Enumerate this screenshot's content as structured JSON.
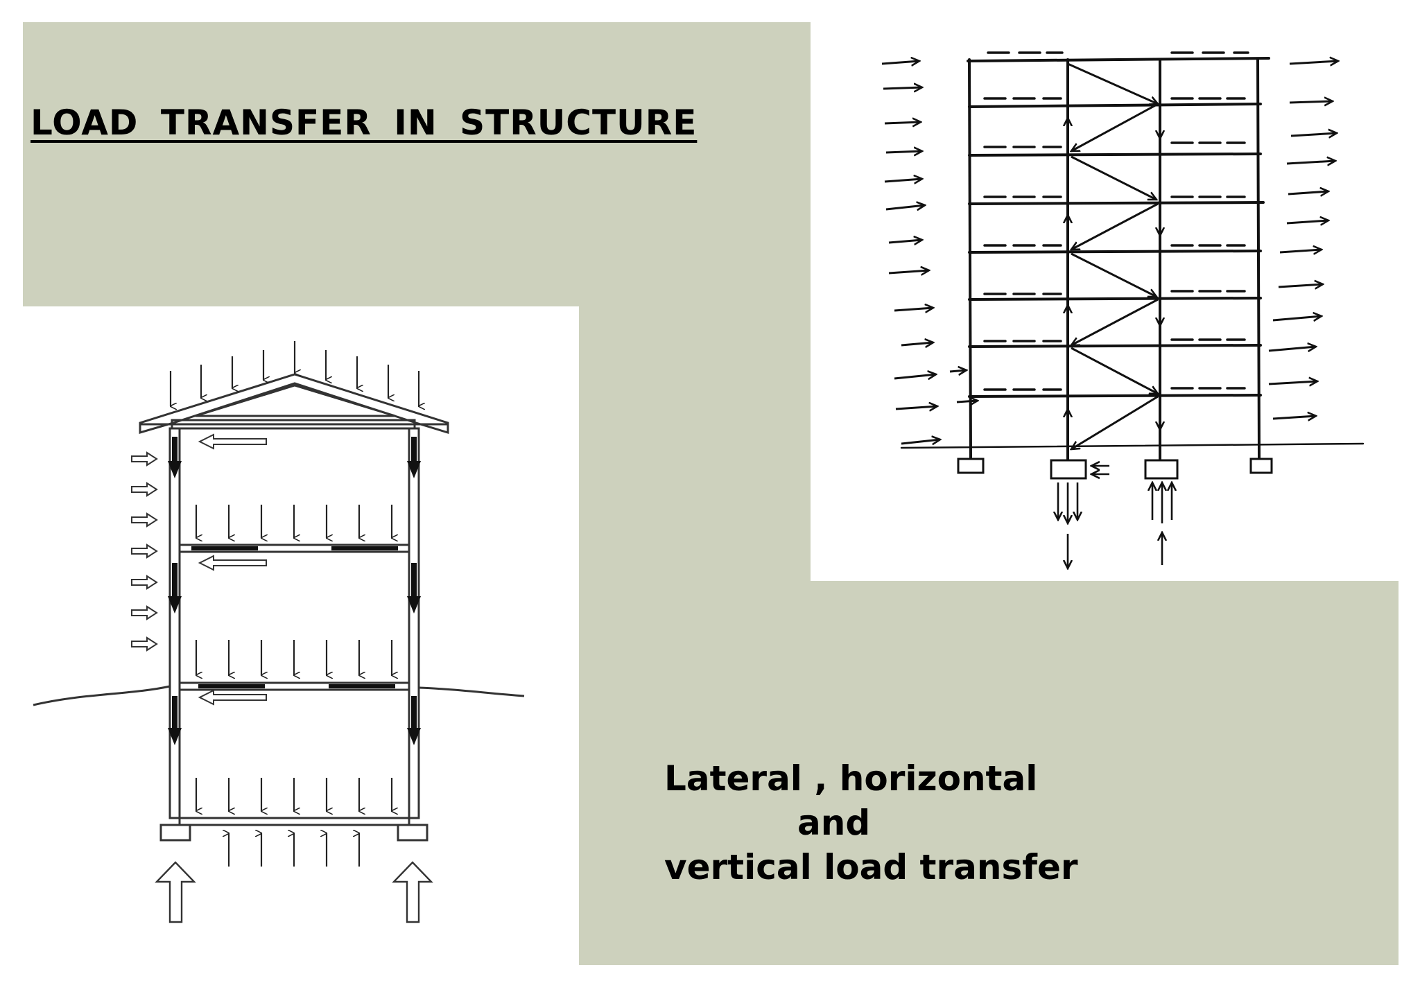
{
  "title": "LOAD TRANSFER IN STRUCTURE",
  "caption": {
    "line1": "Lateral , horizontal",
    "line2": "and",
    "line3": "vertical load transfer"
  },
  "colors": {
    "panel": "#cdd1bd",
    "ink": "#000000"
  }
}
